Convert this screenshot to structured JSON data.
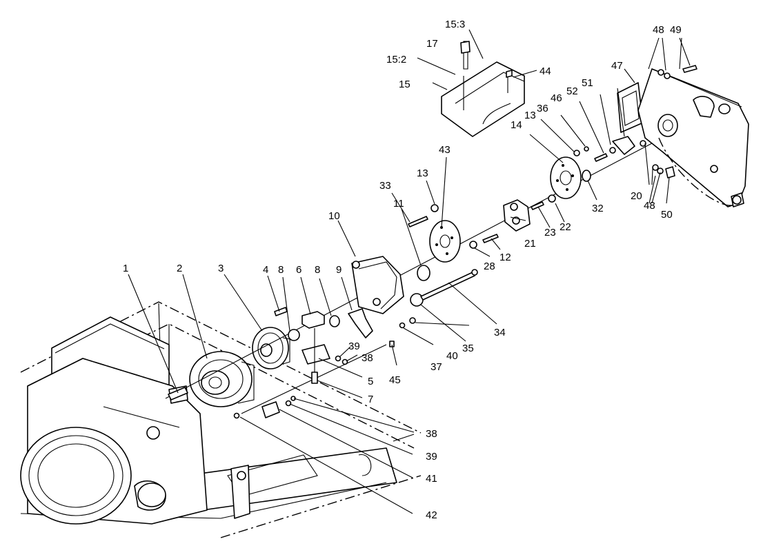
{
  "diagram": {
    "callouts": [
      {
        "id": "c1",
        "label": "1"
      },
      {
        "id": "c2",
        "label": "2"
      },
      {
        "id": "c3",
        "label": "3"
      },
      {
        "id": "c4",
        "label": "4"
      },
      {
        "id": "c8a",
        "label": "8"
      },
      {
        "id": "c6",
        "label": "6"
      },
      {
        "id": "c8b",
        "label": "8"
      },
      {
        "id": "c9",
        "label": "9"
      },
      {
        "id": "c10",
        "label": "10"
      },
      {
        "id": "c11",
        "label": "11"
      },
      {
        "id": "c33",
        "label": "33"
      },
      {
        "id": "c13a",
        "label": "13"
      },
      {
        "id": "c43",
        "label": "43"
      },
      {
        "id": "c14",
        "label": "14"
      },
      {
        "id": "c13b",
        "label": "13"
      },
      {
        "id": "c36",
        "label": "36"
      },
      {
        "id": "c46",
        "label": "46"
      },
      {
        "id": "c52",
        "label": "52"
      },
      {
        "id": "c51",
        "label": "51"
      },
      {
        "id": "c47",
        "label": "47"
      },
      {
        "id": "c48a",
        "label": "48"
      },
      {
        "id": "c49",
        "label": "49"
      },
      {
        "id": "c15_3",
        "label": "15:3"
      },
      {
        "id": "c17",
        "label": "17"
      },
      {
        "id": "c15_2",
        "label": "15:2"
      },
      {
        "id": "c44",
        "label": "44"
      },
      {
        "id": "c15",
        "label": "15"
      },
      {
        "id": "c20",
        "label": "20"
      },
      {
        "id": "c48b",
        "label": "48"
      },
      {
        "id": "c50",
        "label": "50"
      },
      {
        "id": "c32",
        "label": "32"
      },
      {
        "id": "c21",
        "label": "21"
      },
      {
        "id": "c23",
        "label": "23"
      },
      {
        "id": "c22",
        "label": "22"
      },
      {
        "id": "c28",
        "label": "28"
      },
      {
        "id": "c12",
        "label": "12"
      },
      {
        "id": "c34",
        "label": "34"
      },
      {
        "id": "c35",
        "label": "35"
      },
      {
        "id": "c40",
        "label": "40"
      },
      {
        "id": "c37",
        "label": "37"
      },
      {
        "id": "c45",
        "label": "45"
      },
      {
        "id": "c39a",
        "label": "39"
      },
      {
        "id": "c38a",
        "label": "38"
      },
      {
        "id": "c5",
        "label": "5"
      },
      {
        "id": "c7",
        "label": "7"
      },
      {
        "id": "c38b",
        "label": "38"
      },
      {
        "id": "c39b",
        "label": "39"
      },
      {
        "id": "c41",
        "label": "41"
      },
      {
        "id": "c42",
        "label": "42"
      }
    ]
  }
}
